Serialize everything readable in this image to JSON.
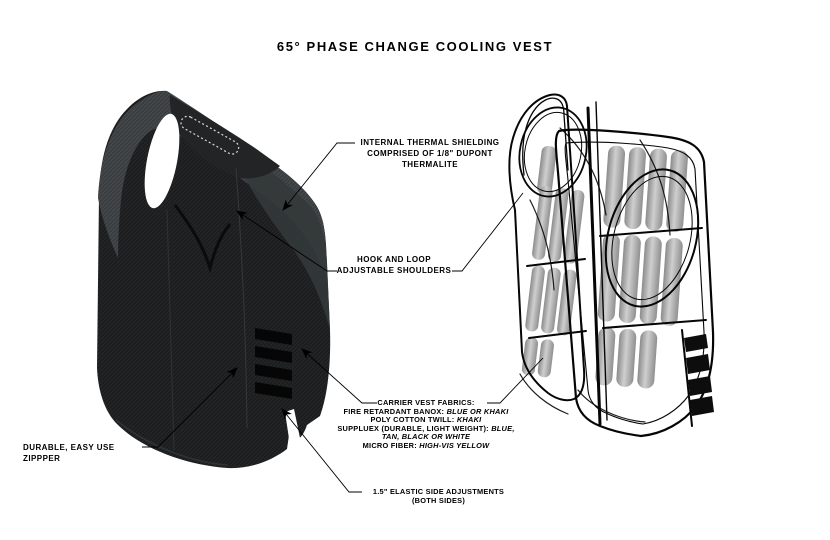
{
  "title": "65° PHASE CHANGE COOLING VEST",
  "colors": {
    "background": "#ffffff",
    "ink": "#000000",
    "vest_body": "#1b1d1e",
    "vest_yoke_highlight": "#3a3e41",
    "pack_gray_light": "#cfcfcf",
    "pack_gray_dark": "#8b8b8b"
  },
  "callouts": {
    "thermal_shielding": {
      "line1": "INTERNAL THERMAL SHIELDING",
      "line2": "COMPRISED OF 1/8\" DUPONT",
      "line3": "THERMALITE"
    },
    "shoulders": {
      "line1": "HOOK AND LOOP",
      "line2": "ADJUSTABLE SHOULDERS"
    },
    "fabrics": {
      "heading": "CARRIER VEST FABRICS:",
      "rows": [
        {
          "name": "FIRE RETARDANT BANOX: ",
          "value": "BLUE OR KHAKI"
        },
        {
          "name": "POLY COTTON TWILL: ",
          "value": "KHAKI"
        },
        {
          "name": "SUPPLUEX (DURABLE, LIGHT WEIGHT): ",
          "value": "BLUE,"
        },
        {
          "name": "",
          "value": "TAN, BLACK OR WHITE"
        },
        {
          "name": "MICRO FIBER: ",
          "value": "HIGH-VIS YELLOW"
        }
      ]
    },
    "zipper": {
      "line1": "DURABLE, EASY USE ZIPPPER"
    },
    "elastic": {
      "line1": "1.5\" ELASTIC SIDE ADJUSTMENTS",
      "line2": "(BOTH SIDES)"
    }
  }
}
